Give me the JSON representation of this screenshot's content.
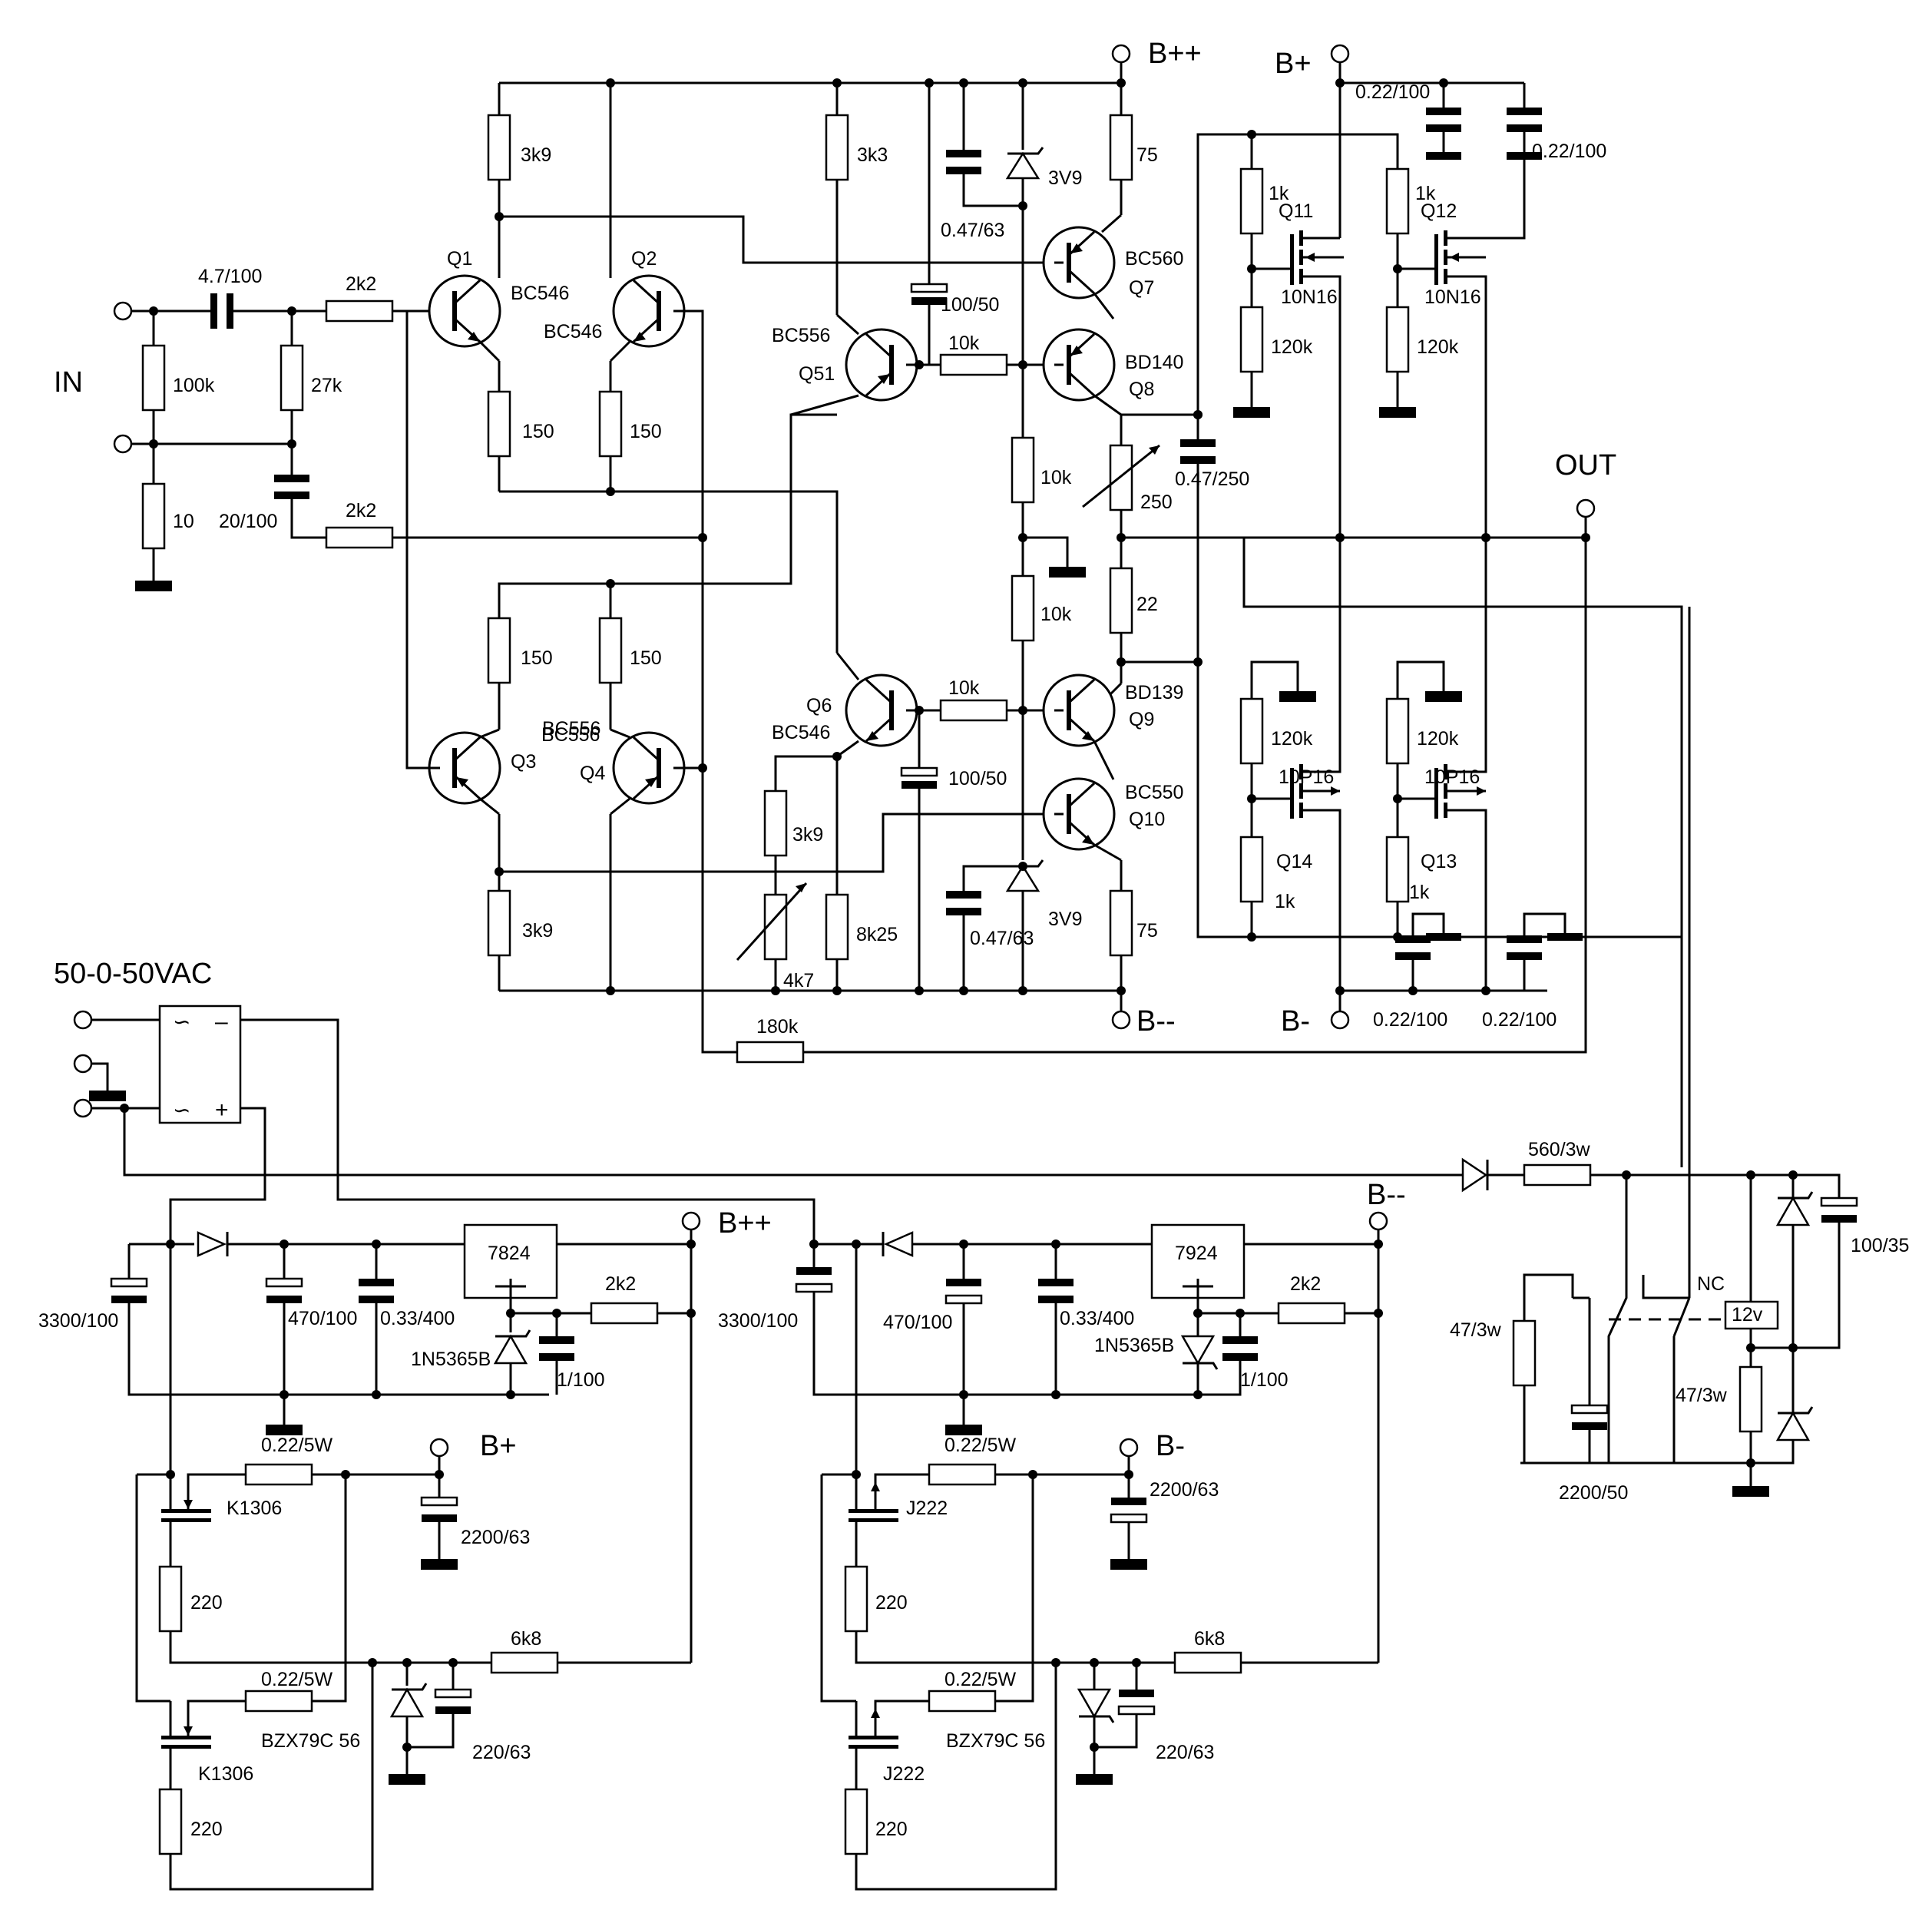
{
  "terminals": {
    "input": "IN",
    "output": "OUT",
    "b_pp": "B++",
    "b_p": "B+",
    "b_m": "B-",
    "b_mm": "B--",
    "ac_supply": "50-0-50VAC"
  },
  "transistors": {
    "q1": "Q1",
    "q1_part": "BC546",
    "q2": "Q2",
    "q2_part": "BC546",
    "q3": "Q3",
    "q3_part": "BC556",
    "q4": "Q4",
    "q4_part": "BC556",
    "q51": "Q51",
    "q51_part": "BC556",
    "q6": "Q6",
    "q6_part": "BC546",
    "q7": "Q7",
    "q7_part": "BC560",
    "q8": "Q8",
    "q8_part": "BD140",
    "q9": "Q9",
    "q9_part": "BD139",
    "q10": "Q10",
    "q10_part": "BC550",
    "q11": "Q11",
    "q11_part": "10N16",
    "q12": "Q12",
    "q12_part": "10N16",
    "q13": "Q13",
    "q13_part": "10P16",
    "q14": "Q14",
    "q14_part": "10P16"
  },
  "amplifier_values": {
    "c_in": "4.7/100",
    "r_in": "100k",
    "r_bias": "27k",
    "r_in2": "2k2",
    "r_fb": "2k2",
    "r_gnd": "10",
    "c_fb": "20/100",
    "r_q1_load": "3k9",
    "r_q1_em": "150",
    "r_q2_em": "150",
    "r_q3_em": "150",
    "r_q4_em": "150",
    "r_q3_load": "3k9",
    "r_3k3": "3k3",
    "c_100_50_top": "100/50",
    "c_100_50_bot": "100/50",
    "r_10k_top": "10k",
    "r_10k_bot": "10k",
    "r_10k_mid1": "10k",
    "r_10k_mid2": "10k",
    "c_047_63_top": "0.47/63",
    "c_047_63_bot": "0.47/63",
    "z_3v9_top": "3V9",
    "z_3v9_bot": "3V9",
    "r_75_top": "75",
    "r_75_bot": "75",
    "pot_250": "250",
    "r_22": "22",
    "c_047_250": "0.47/250",
    "r_1k_q11": "1k",
    "r_1k_q12": "1k",
    "r_120k_q11": "120k",
    "r_120k_q12": "120k",
    "r_120k_q14": "120k",
    "r_120k_q13": "120k",
    "r_1k_q14": "1k",
    "r_1k_q13": "1k",
    "c_022_100_a": "0.22/100",
    "c_022_100_b": "0.22/100",
    "c_022_100_c": "0.22/100",
    "c_022_100_d": "0.22/100",
    "r_3k9_q6": "3k9",
    "pot_4k7": "4k7",
    "r_8k25": "8k25",
    "r_180k": "180k"
  },
  "supply_values": {
    "pos_reg": "7824",
    "neg_reg": "7924",
    "c_3300_pos": "3300/100",
    "c_3300_neg": "3300/100",
    "c_470_pos": "470/100",
    "c_470_neg": "470/100",
    "c_033_pos": "0.33/400",
    "c_033_neg": "0.33/400",
    "z_1n5365_pos": "1N5365B",
    "z_1n5365_neg": "1N5365B",
    "c_1_100_pos": "1/100",
    "c_1_100_neg": "1/100",
    "r_2k2_pos": "2k2",
    "r_2k2_neg": "2k2",
    "r_sense_pos_1": "0.22/5W",
    "r_sense_pos_2": "0.22/5W",
    "r_sense_neg_1": "0.22/5W",
    "r_sense_neg_2": "0.22/5W",
    "fet_pos_1": "K1306",
    "fet_pos_2": "K1306",
    "fet_neg_1": "J222",
    "fet_neg_2": "J222",
    "r_220_pos_1": "220",
    "r_220_pos_2": "220",
    "r_220_neg_1": "220",
    "r_220_neg_2": "220",
    "c_2200_pos": "2200/63",
    "c_2200_neg": "2200/63",
    "r_6k8_pos": "6k8",
    "r_6k8_neg": "6k8",
    "z_bzx_pos": "BZX79C 56",
    "z_bzx_neg": "BZX79C 56",
    "c_220_pos": "220/63",
    "c_220_neg": "220/63"
  },
  "protection_values": {
    "r_560": "560/3w",
    "c_100_35": "100/35",
    "r_47_a": "47/3w",
    "r_47_b": "47/3w",
    "c_2200_50": "2200/50",
    "relay": "12v",
    "relay_contact": "NC"
  }
}
